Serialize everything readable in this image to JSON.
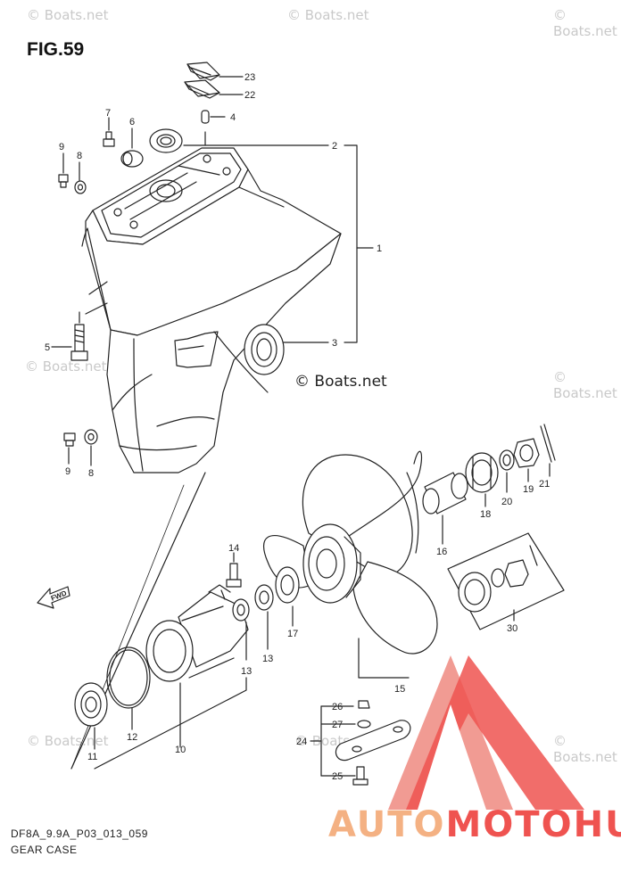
{
  "figure": {
    "title": "FIG.59",
    "code": "DF8A_9.9A_P03_013_059",
    "name": "GEAR CASE",
    "fwd_label": "FWD"
  },
  "watermarks": {
    "main": "© Boats.net",
    "faint": "© Boats.net"
  },
  "brand": {
    "part1": "AUTO",
    "part2": "MOTO",
    "part3": "HUB",
    "colors": {
      "light": "#f4b183",
      "dark": "#ef5350"
    }
  },
  "callouts": {
    "c23": "23",
    "c22": "22",
    "c7": "7",
    "c6": "6",
    "c4": "4",
    "c9a": "9",
    "c8a": "8",
    "c2": "2",
    "c1": "1",
    "c5": "5",
    "c3": "3",
    "c9b": "9",
    "c8b": "8",
    "c21": "21",
    "c19": "19",
    "c20": "20",
    "c18": "18",
    "c16": "16",
    "c14": "14",
    "c17": "17",
    "c30": "30",
    "c13a": "13",
    "c13b": "13",
    "c15": "15",
    "c26": "26",
    "c27": "27",
    "c24": "24",
    "c25": "25",
    "c12": "12",
    "c10": "10",
    "c11": "11"
  }
}
